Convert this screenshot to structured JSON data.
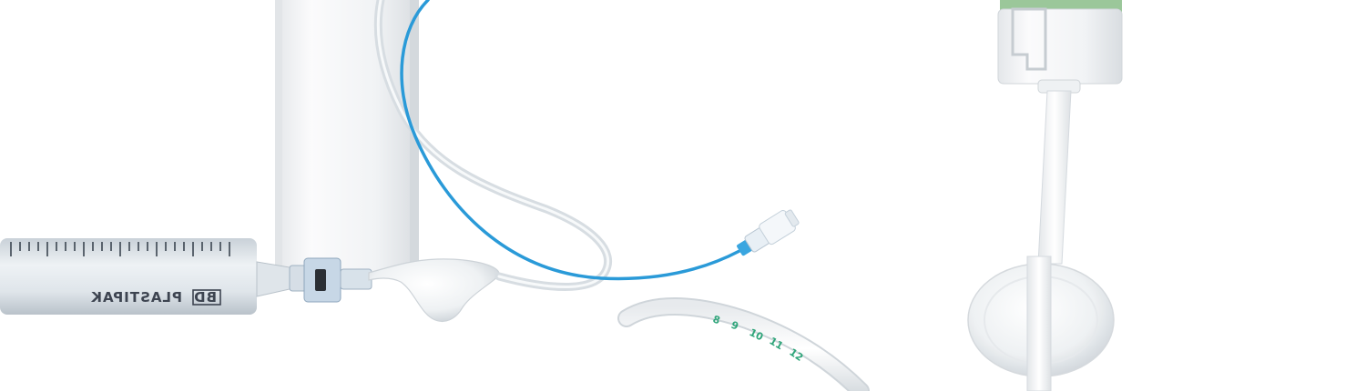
{
  "photo": {
    "syringe_barrel_text": "PLASTIPAK",
    "syringe_logo_text": "BD",
    "tube_depth_markings": [
      "8",
      "9",
      "10",
      "11",
      "12"
    ],
    "colors": {
      "background": "#ffffff",
      "blue_catheter": "#2a9ad8",
      "clear_tubing": "#dfe5ea",
      "depth_marking": "#2fa57a",
      "connector_green": "#9bc79a"
    }
  }
}
